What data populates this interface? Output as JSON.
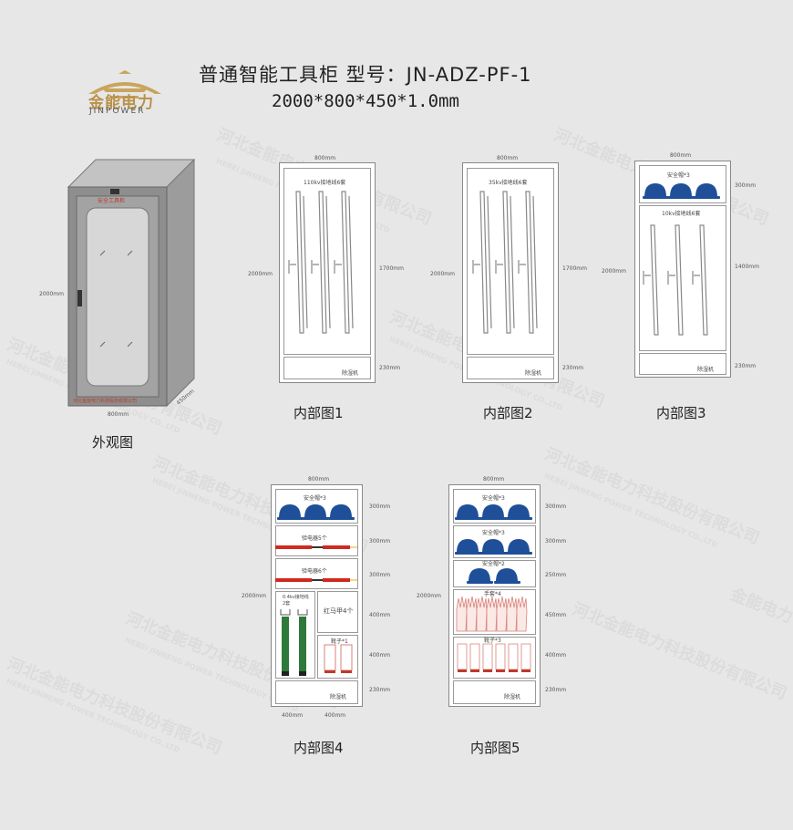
{
  "header": {
    "title": "普通智能工具柜 型号：JN-ADZ-PF-1",
    "size": "2000*800*450*1.0mm"
  },
  "logo": {
    "cn": "金能电力",
    "en": "JINPOWER",
    "icon": "roof-logo-icon",
    "color": "#b8924a"
  },
  "watermark": {
    "cn": "河北金能电力科技股份有限公司",
    "en": "HEBEI JINNENG POWER TECHNOLOGY CO.,LTD",
    "short": "金能电力"
  },
  "exterior": {
    "caption": "外观图",
    "door_label": "安全工具柜",
    "base_label": "河北金能电力科技股份有限公司",
    "height": "2000mm",
    "width": "800mm",
    "depth": "450mm"
  },
  "d1": {
    "caption": "内部图1",
    "width": "800mm",
    "height": "2000mm",
    "upper": "1700mm",
    "lower": "230mm",
    "item": "110kv接地线6套",
    "machine": "除湿机"
  },
  "d2": {
    "caption": "内部图2",
    "width": "800mm",
    "height": "2000mm",
    "upper": "1700mm",
    "lower": "230mm",
    "item": "35kv接地线6套",
    "machine": "除湿机"
  },
  "d3": {
    "caption": "内部图3",
    "width": "800mm",
    "height": "2000mm",
    "top": "300mm",
    "mid": "1400mm",
    "lower": "230mm",
    "helmet": "安全帽*3",
    "item": "10kv接地线6套",
    "machine": "除湿机"
  },
  "d4": {
    "caption": "内部图4",
    "width": "800mm",
    "height": "2000mm",
    "helmet": "安全帽*3",
    "tester1": "验电器5个",
    "tester2": "验电器6个",
    "ground": "0.4kv接地线",
    "ground_count": "2套",
    "vest": "红马甲4个",
    "shoes": "靴子*1",
    "machine": "除湿机",
    "dims": [
      "300mm",
      "300mm",
      "300mm",
      "400mm",
      "400mm",
      "230mm"
    ],
    "bottom_w1": "400mm",
    "bottom_w2": "400mm"
  },
  "d5": {
    "caption": "内部图5",
    "width": "800mm",
    "height": "2000mm",
    "helmet1": "安全帽*3",
    "helmet2": "安全帽*3",
    "helmet3": "安全帽*2",
    "gloves": "手套*4",
    "boots": "靴子*3",
    "machine": "除湿机",
    "dims": [
      "300mm",
      "300mm",
      "250mm",
      "450mm",
      "400mm",
      "230mm"
    ]
  },
  "colors": {
    "helmet": "#1f4f99",
    "tester_red": "#d02a1f",
    "ground_green": "#2f7a3a",
    "cabinet": "#8e8e8e"
  }
}
